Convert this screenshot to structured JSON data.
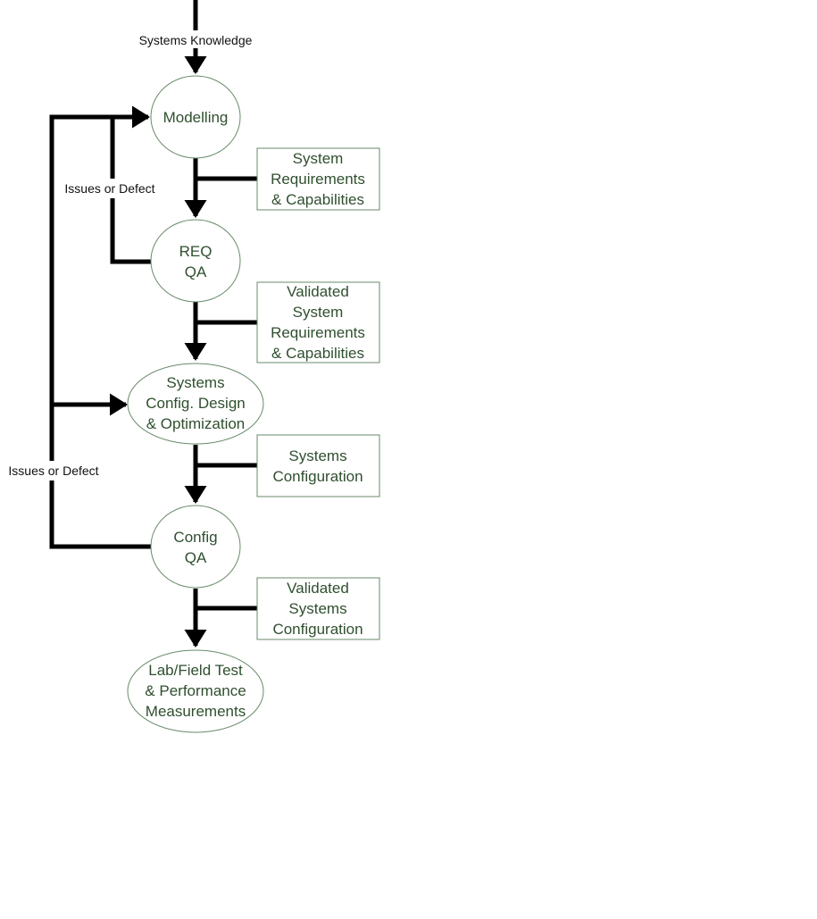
{
  "colors": {
    "node_text": "#2f4f2f",
    "node_border": "#6a8a6a",
    "arrow": "#000000"
  },
  "input_label": "Systems Knowledge",
  "loop_labels": [
    "Issues or Defect",
    "Issues or Defect"
  ],
  "nodes": [
    {
      "lines": [
        "Modelling"
      ]
    },
    {
      "lines": [
        "REQ",
        "QA"
      ]
    },
    {
      "lines": [
        "Systems",
        "Config. Design",
        "& Optimization"
      ]
    },
    {
      "lines": [
        "Config",
        "QA"
      ]
    },
    {
      "lines": [
        "Lab/Field Test",
        "& Performance",
        "Measurements"
      ]
    }
  ],
  "outputs": [
    {
      "lines": [
        "System",
        "Requirements",
        "& Capabilities"
      ]
    },
    {
      "lines": [
        "Validated",
        "System",
        "Requirements",
        "& Capabilities"
      ]
    },
    {
      "lines": [
        "Systems",
        "Configuration"
      ]
    },
    {
      "lines": [
        "Validated",
        "Systems",
        "Configuration"
      ]
    }
  ]
}
